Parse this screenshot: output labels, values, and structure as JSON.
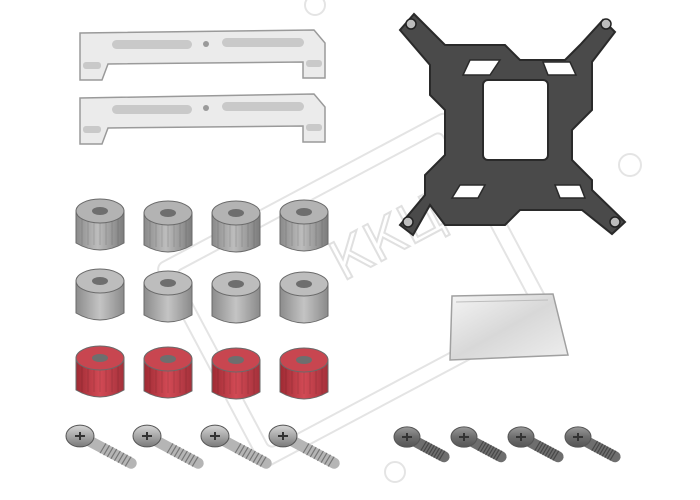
{
  "watermark": {
    "text": "ККЦ"
  },
  "colors": {
    "background": "#ffffff",
    "bracket_fill": "#ebebeb",
    "bracket_stroke": "#9a9a9a",
    "backplate": "#4a4a4a",
    "backplate_edge": "#2a2a2a",
    "standoff_dark": "#8a8a8a",
    "standoff_light": "#bdbdbd",
    "spacer_dark": "#8c8c8c",
    "spacer_light": "#c4c4c4",
    "red_dark": "#9e2a33",
    "red_light": "#d24a55",
    "screw_dark": "#7a7a7a",
    "screw_light": "#d6d6d6",
    "thermal_paste_packet": "#e4e4e4",
    "watermark": "#cfcfcf"
  },
  "items": {
    "mounting_brackets": 2,
    "backplate": 1,
    "standoffs_gray": 8,
    "spacers_red": 4,
    "screws_long": 4,
    "screws_short": 4,
    "thermal_paste_packet": 1
  }
}
